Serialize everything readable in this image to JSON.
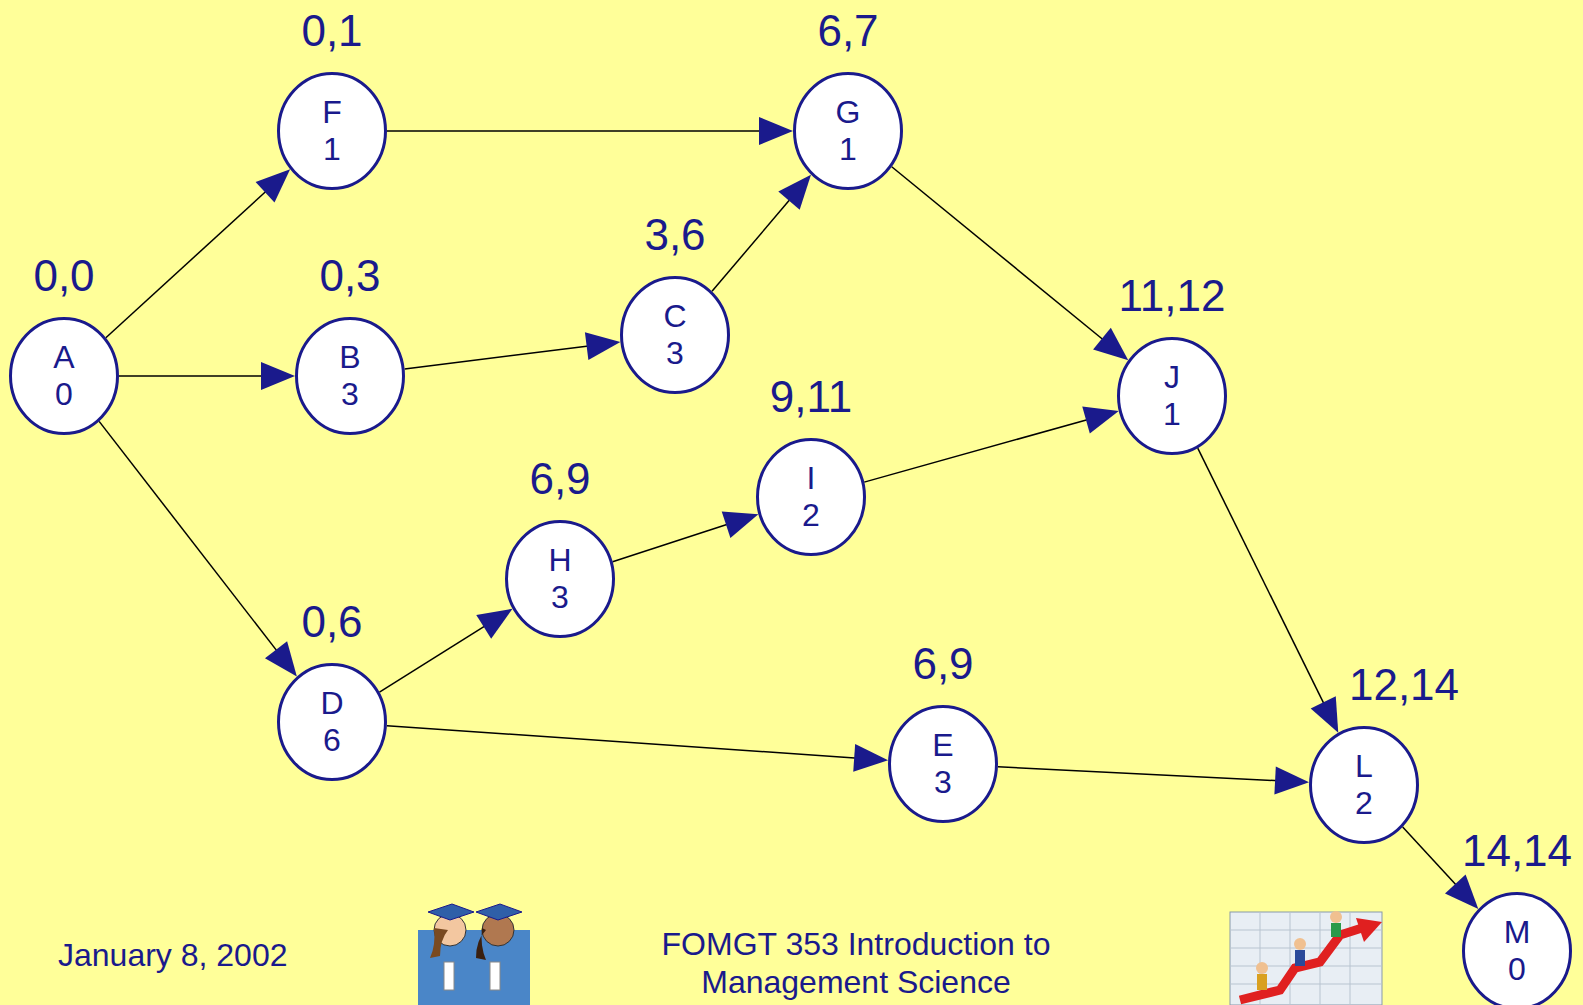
{
  "diagram": {
    "nodes": [
      {
        "text": [
          "0,0",
          "A",
          "0"
        ]
      },
      {
        "text": [
          "0,1",
          "F",
          "1"
        ]
      },
      {
        "text": [
          "0,3",
          "B",
          "3"
        ]
      },
      {
        "text": [
          "3,6",
          "C",
          "3"
        ]
      },
      {
        "text": [
          "6,7",
          "G",
          "1"
        ]
      },
      {
        "text": [
          "0,6",
          "D",
          "6"
        ]
      },
      {
        "text": [
          "6,9",
          "H",
          "3"
        ]
      },
      {
        "text": [
          "9,11",
          "I",
          "2"
        ]
      },
      {
        "text": [
          "6,9",
          "E",
          "3"
        ]
      },
      {
        "text": [
          "11,12",
          "J",
          "1"
        ]
      },
      {
        "text": [
          "12,14",
          "L",
          "2"
        ]
      },
      {
        "text": [
          "14,14",
          "M",
          "0"
        ]
      }
    ],
    "edges": [
      {
        "from": 0,
        "to": 1,
        "arrow": "to"
      },
      {
        "from": 0,
        "to": 2,
        "arrow": "to"
      },
      {
        "from": 0,
        "to": 5,
        "arrow": "to"
      },
      {
        "from": 1,
        "to": 4,
        "arrow": "to"
      },
      {
        "from": 2,
        "to": 3,
        "arrow": "to"
      },
      {
        "from": 3,
        "to": 4,
        "arrow": "to"
      },
      {
        "from": 4,
        "to": 9,
        "arrow": "to"
      },
      {
        "from": 5,
        "to": 6,
        "arrow": "to"
      },
      {
        "from": 6,
        "to": 7,
        "arrow": "to"
      },
      {
        "from": 7,
        "to": 9,
        "arrow": "to"
      },
      {
        "from": 5,
        "to": 8,
        "arrow": "to"
      },
      {
        "from": 8,
        "to": 10,
        "arrow": "to"
      },
      {
        "from": 9,
        "to": 10,
        "arrow": "to"
      },
      {
        "from": 10,
        "to": 11,
        "arrow": "to"
      }
    ],
    "labels": [
      "January 8, 2002",
      "FOMGT 353 Introduction to Management Science"
    ]
  }
}
